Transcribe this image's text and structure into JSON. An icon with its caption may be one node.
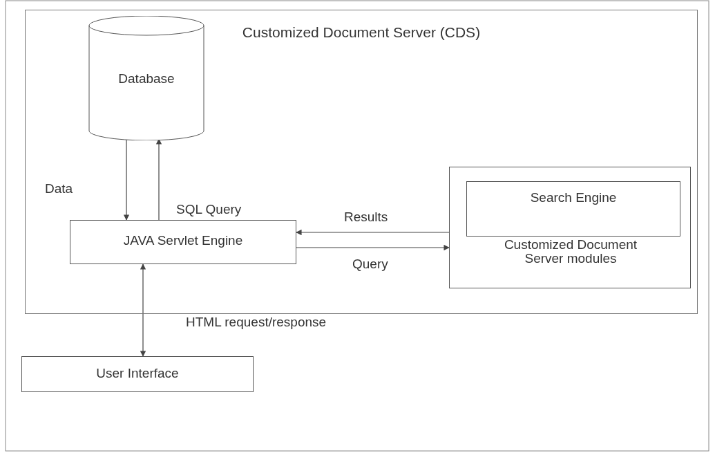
{
  "diagram": {
    "nodes": [
      {
        "text": [
          "Customized Document Server (CDS)"
        ]
      },
      {
        "text": [
          "Database"
        ],
        "in": 0
      },
      {
        "text": [
          "JAVA Servlet Engine"
        ],
        "in": 0
      },
      {
        "text": [
          "Customized Document Server modules"
        ],
        "in": 0
      },
      {
        "text": [
          "Search Engine"
        ],
        "in": 3
      },
      {
        "text": [
          "User Interface"
        ]
      }
    ],
    "edges": [
      {
        "from": 1,
        "to": 2,
        "arrow": "to",
        "label": "Data"
      },
      {
        "from": 2,
        "to": 1,
        "arrow": "to",
        "label": "SQL Query"
      },
      {
        "from": 3,
        "to": 2,
        "arrow": "to",
        "label": "Results"
      },
      {
        "from": 2,
        "to": 3,
        "arrow": "to",
        "label": "Query"
      },
      {
        "from": 2,
        "to": 5,
        "arrow": "both",
        "label": "HTML request/response"
      }
    ]
  }
}
